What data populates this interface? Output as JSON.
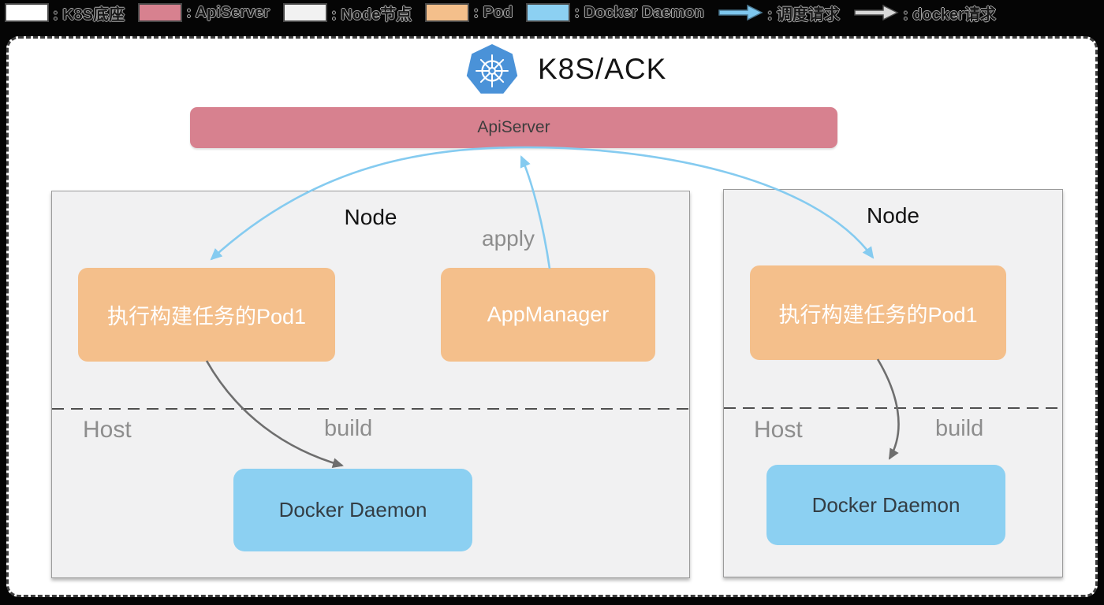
{
  "legend": {
    "items": [
      {
        "type": "swatch",
        "color": "#ffffff",
        "label": ": K8S底座"
      },
      {
        "type": "swatch",
        "color": "#d7818f",
        "label": ": ApiServer"
      },
      {
        "type": "swatch",
        "color": "#f1f1f1",
        "label": ": Node节点"
      },
      {
        "type": "swatch",
        "color": "#f4bf8b",
        "label": ": Pod"
      },
      {
        "type": "swatch",
        "color": "#8cd0f2",
        "label": ": Docker Daemon"
      },
      {
        "type": "arrow-blue",
        "color": "#7ec7ee",
        "label": ": 调度请求"
      },
      {
        "type": "arrow-gray",
        "color": "#d8d8d8",
        "label": ": docker请求"
      }
    ]
  },
  "header": {
    "title": "K8S/ACK",
    "logo": "kubernetes-helm-logo"
  },
  "api_server": {
    "label": "ApiServer"
  },
  "nodes": [
    {
      "title": "Node",
      "pod_label": "执行构建任务的Pod1",
      "app_manager_label": "AppManager",
      "apply_label": "apply",
      "host_label": "Host",
      "build_label": "build",
      "docker_label": "Docker Daemon"
    },
    {
      "title": "Node",
      "pod_label": "执行构建任务的Pod1",
      "host_label": "Host",
      "build_label": "build",
      "docker_label": "Docker Daemon"
    }
  ],
  "colors": {
    "api_server": "#d7818f",
    "pod": "#f4bf8b",
    "docker_daemon": "#8cd0f2",
    "node_background": "#f1f1f2",
    "schedule_arrow": "#85cbf0",
    "docker_arrow": "#6e6e6e",
    "k8s_logo_blue": "#4a92d8"
  }
}
